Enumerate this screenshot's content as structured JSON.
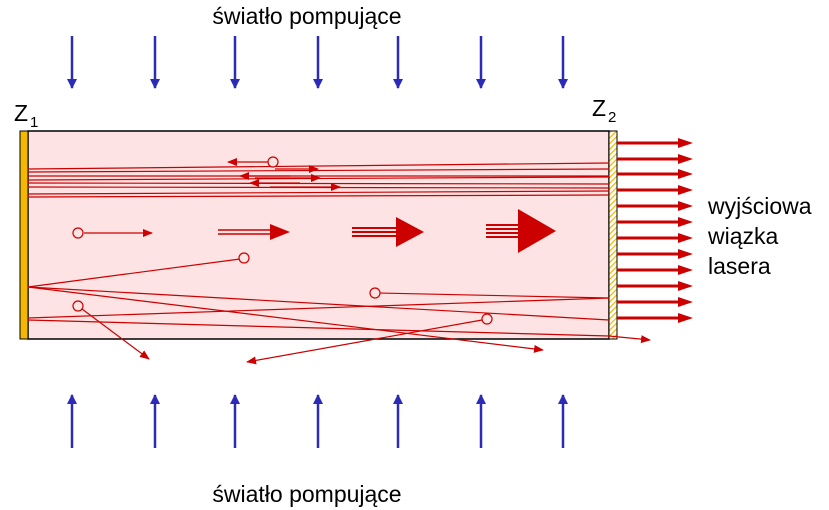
{
  "pump_label_top": "światło pompujące",
  "pump_label_bottom": "światło pompujące",
  "mirror_left": {
    "letter": "Z",
    "index": "1"
  },
  "mirror_right": {
    "letter": "Z",
    "index": "2"
  },
  "output_label": [
    "wyjściowa",
    "wiązka",
    "lasera"
  ],
  "colors": {
    "pump_arrow": "#2b2bb8",
    "laser": "#cc0000",
    "medium": "#fde3e3",
    "mirror": "#f5b800"
  }
}
